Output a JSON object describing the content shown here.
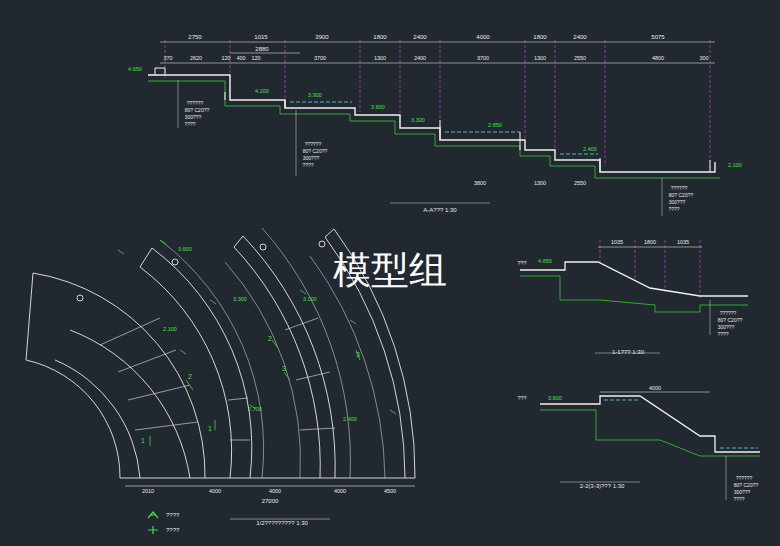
{
  "diagram": {
    "labels": [
      "模型组",
      "A-A??? 1:30",
      "1-1??? 1:30",
      "2-2(3-3)??? 1:30",
      "1/2????????? 1:30",
      "2750",
      "1015",
      "3900",
      "1800",
      "2400",
      "4000",
      "1800",
      "2400",
      "5075",
      "2880",
      "370",
      "2620",
      "120",
      "400",
      "120",
      "3700",
      "1300",
      "2400",
      "3700",
      "1300",
      "2550",
      "4800",
      "300",
      "4.650",
      "4.200",
      "3.900",
      "3.600",
      "3.300",
      "2.850",
      "2.400",
      "2.100",
      "3800",
      "1300",
      "2550",
      "??????",
      "80? C20??",
      "300???",
      "????",
      "??????",
      "80? C20??",
      "300???",
      "????",
      "??????",
      "80? C20??",
      "300???",
      "????",
      "2010",
      "4000",
      "4000",
      "4000",
      "4500",
      "27000",
      "1",
      "2",
      "3",
      "1",
      "2",
      "3",
      "3.600",
      "3.300",
      "3.000",
      "2.700",
      "2.400",
      "2.100",
      "1035",
      "1800",
      "1035",
      "???",
      "4.650",
      "??????",
      "80? C20??",
      "300???",
      "????",
      "4000",
      "???",
      "3.600",
      "??????",
      "80? C20??",
      "300???",
      "????"
    ],
    "legend": [
      {
        "text": "????"
      },
      {
        "text": "????"
      }
    ]
  }
}
